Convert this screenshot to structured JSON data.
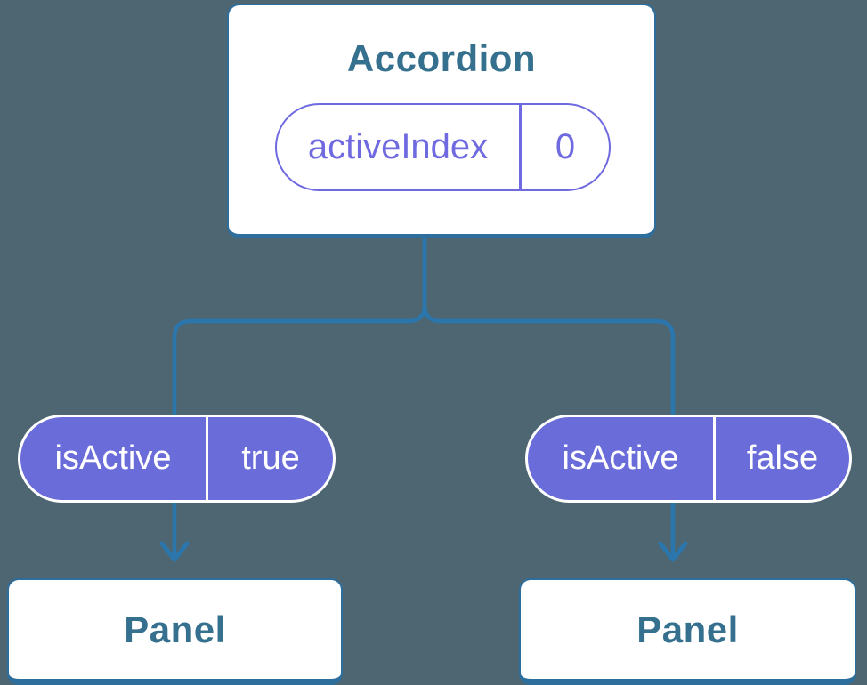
{
  "canvas": {
    "background": "#4D6672"
  },
  "colors": {
    "connector_line": "#2B76AD",
    "card_border": "#2D6E9C",
    "card_fill": "#FFFFFF",
    "heading_text": "#35708E",
    "prop_purple": "#6F6AE0",
    "state_pill_fill": "#6A6DD9",
    "state_pill_text": "#FFFFFF"
  },
  "tree": {
    "root": {
      "title": "Accordion",
      "prop": {
        "name": "activeIndex",
        "value": "0"
      }
    },
    "children": [
      {
        "state": {
          "name": "isActive",
          "value": "true"
        },
        "panel": {
          "title": "Panel"
        }
      },
      {
        "state": {
          "name": "isActive",
          "value": "false"
        },
        "panel": {
          "title": "Panel"
        }
      }
    ]
  }
}
